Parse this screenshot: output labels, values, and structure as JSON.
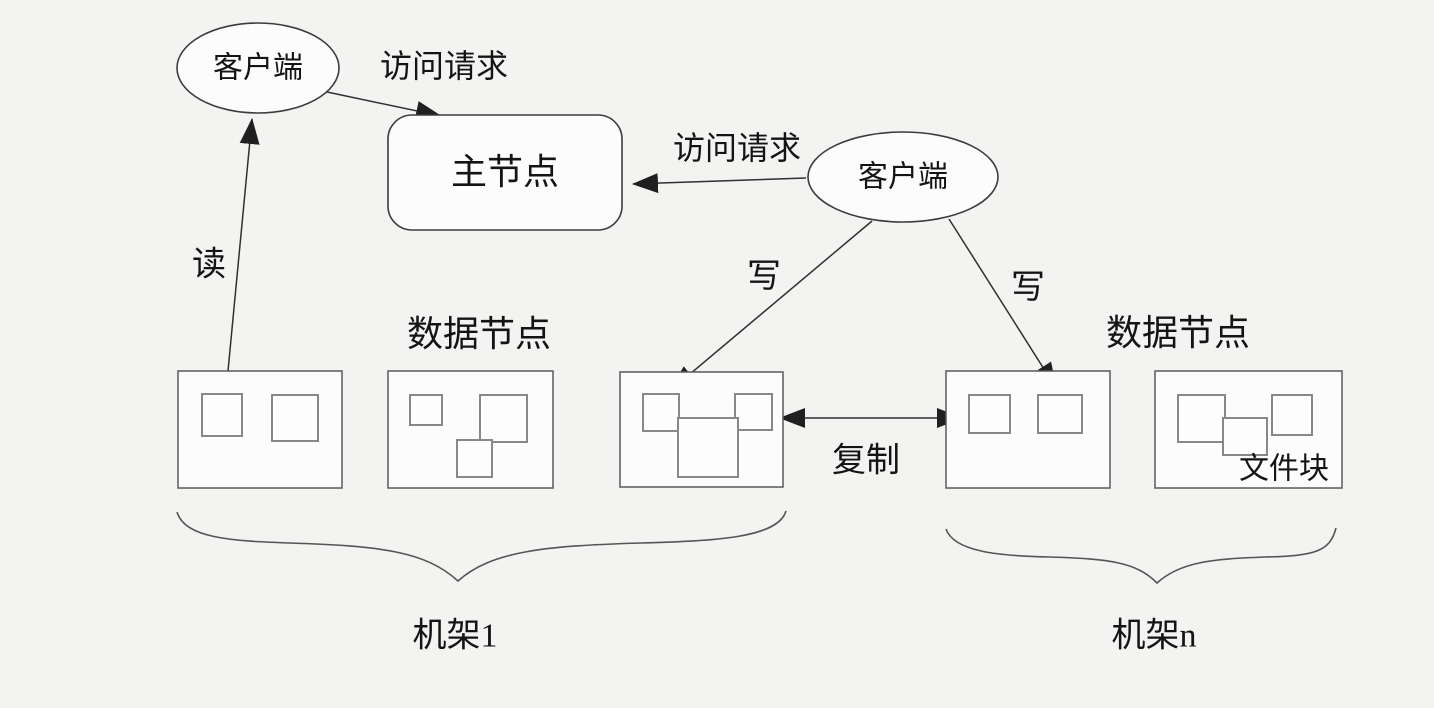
{
  "colors": {
    "background": "#f3f3f2",
    "shape_fill": "#fcfcfc",
    "node_stroke": "#3c3c3c",
    "data_box_stroke": "#5a5a5a",
    "block_stroke": "#888888",
    "arrow": "#303030",
    "text": "#141414"
  },
  "nodes": {
    "client_left": "客户端",
    "client_right": "客户端",
    "master": "主节点",
    "datanode_title_left": "数据节点",
    "datanode_title_right": "数据节点",
    "file_block": "文件块"
  },
  "edges": {
    "access_left": "访问请求",
    "access_right": "访问请求",
    "read": "读",
    "write_left": "写",
    "write_right": "写",
    "replicate": "复制"
  },
  "racks": {
    "rack1": "机架1",
    "rackn": "机架n"
  }
}
